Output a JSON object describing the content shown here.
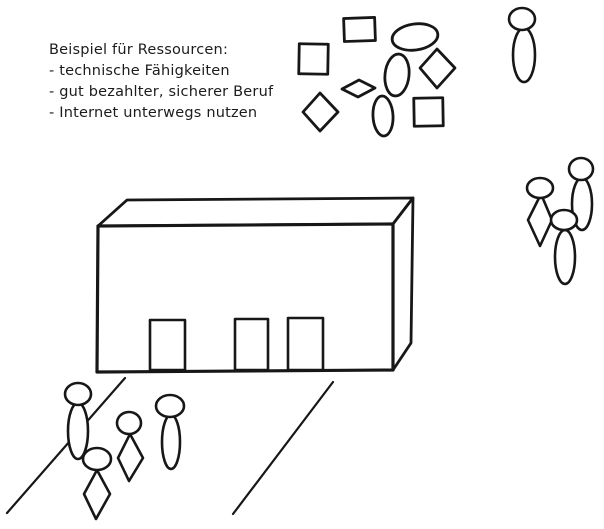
{
  "canvas": {
    "background": "#ffffff",
    "ink": "#171717"
  },
  "annotation": {
    "title": "Beispiel für Ressourcen:",
    "bullets": [
      "- technische Fähigkeiten",
      "- gut bezahlter, sicherer Beruf",
      "- Internet unterwegs nutzen"
    ]
  },
  "elements": {
    "resource_cluster_shapes": [
      "rectangle",
      "square",
      "horizontal-ellipse",
      "diamond",
      "vertical-ellipse",
      "flat-diamond",
      "diamond",
      "vertical-ellipse",
      "square"
    ],
    "building_door_count": 3,
    "people_top_right": 1,
    "people_right_group": 3,
    "people_bottom_left_group": 4,
    "road_line_count": 2
  }
}
